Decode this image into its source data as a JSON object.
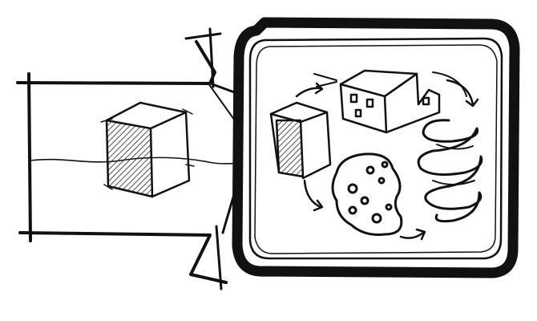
{
  "colors": {
    "ink": "#111111",
    "paper": "#ffffff",
    "hatch": "#222222"
  },
  "sketch": {
    "subject": "funnel-into-container",
    "elements": [
      "funnel-band",
      "cube",
      "container",
      "small-cube",
      "house",
      "blob",
      "spiral",
      "arrows"
    ]
  }
}
